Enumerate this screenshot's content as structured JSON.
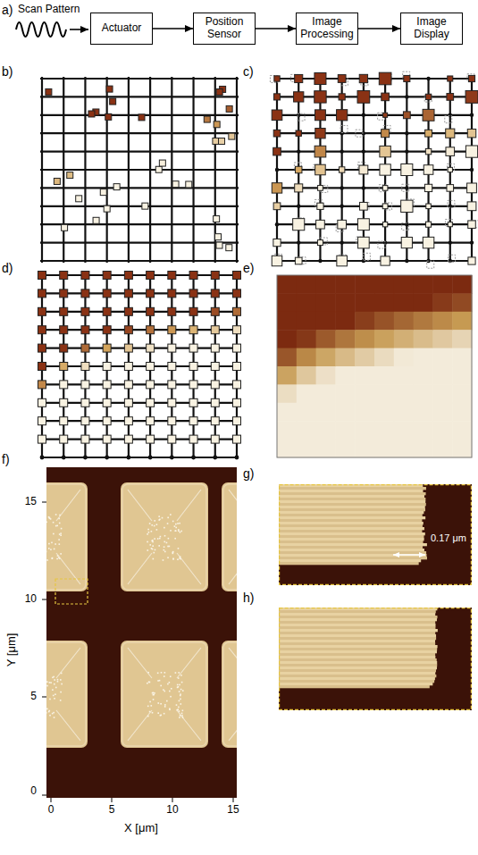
{
  "diagram": {
    "nodes": [
      {
        "text": [
          "Actuator"
        ]
      },
      {
        "text": [
          "Position Sensor"
        ]
      },
      {
        "text": [
          "Image Processing"
        ]
      },
      {
        "text": [
          "Image Display"
        ]
      }
    ],
    "edges": [
      {
        "from": 0,
        "to": 1,
        "arrow": "to"
      },
      {
        "from": 1,
        "to": 2,
        "arrow": "to"
      },
      {
        "from": 2,
        "to": 3,
        "arrow": "to"
      }
    ],
    "labels": [
      "a)",
      "Scan Pattern",
      "b)",
      "c)",
      "d)",
      "e)",
      "f)",
      "Y [μm]",
      "15",
      "10",
      "5",
      "0",
      "0",
      "5",
      "10",
      "15",
      "X [μm]",
      "g)",
      "0.17 μm",
      "h)"
    ]
  }
}
